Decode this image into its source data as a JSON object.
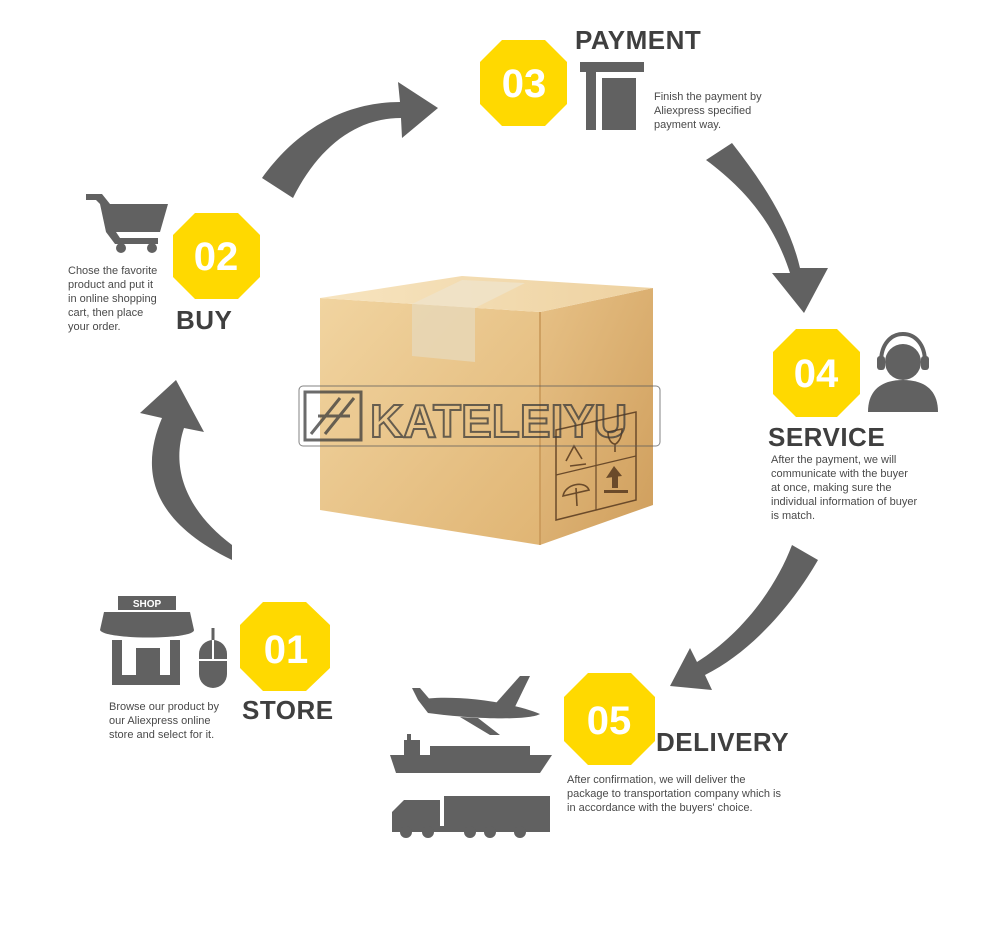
{
  "watermark": {
    "brand": "KATELEIYU"
  },
  "steps": [
    {
      "number": "01",
      "title": "STORE",
      "lines": [
        "Browse our product by",
        "our  Aliexpress  online",
        "store and select for it."
      ],
      "icon": "shop-icon",
      "icon_text": "SHOP"
    },
    {
      "number": "02",
      "title": "BUY",
      "lines": [
        "Chose the favorite",
        "product and put it",
        "in online shopping",
        "cart,  then  place",
        "your order."
      ],
      "icon": "shopping-cart-icon"
    },
    {
      "number": "03",
      "title": "PAYMENT",
      "lines": [
        "Finish the payment by",
        "Aliexpress specified",
        "payment way."
      ],
      "icon": "card-slot-icon"
    },
    {
      "number": "04",
      "title": "SERVICE",
      "lines": [
        "After the payment,  we will",
        "communicate with the buyer",
        "at once, making sure the",
        "individual information of buyer",
        "is match."
      ],
      "icon": "headset-icon"
    },
    {
      "number": "05",
      "title": "DELIVERY",
      "lines": [
        "After confirmation, we will deliver the",
        "package to transportation company which is",
        "in accordance with the buyers' choice."
      ],
      "icons": [
        "airplane-icon",
        "ship-icon",
        "truck-icon"
      ]
    }
  ],
  "colors": {
    "badge": "#ffd900",
    "arrow": "#616161",
    "text": "#3f3f3f",
    "box": "#e9c48b"
  }
}
